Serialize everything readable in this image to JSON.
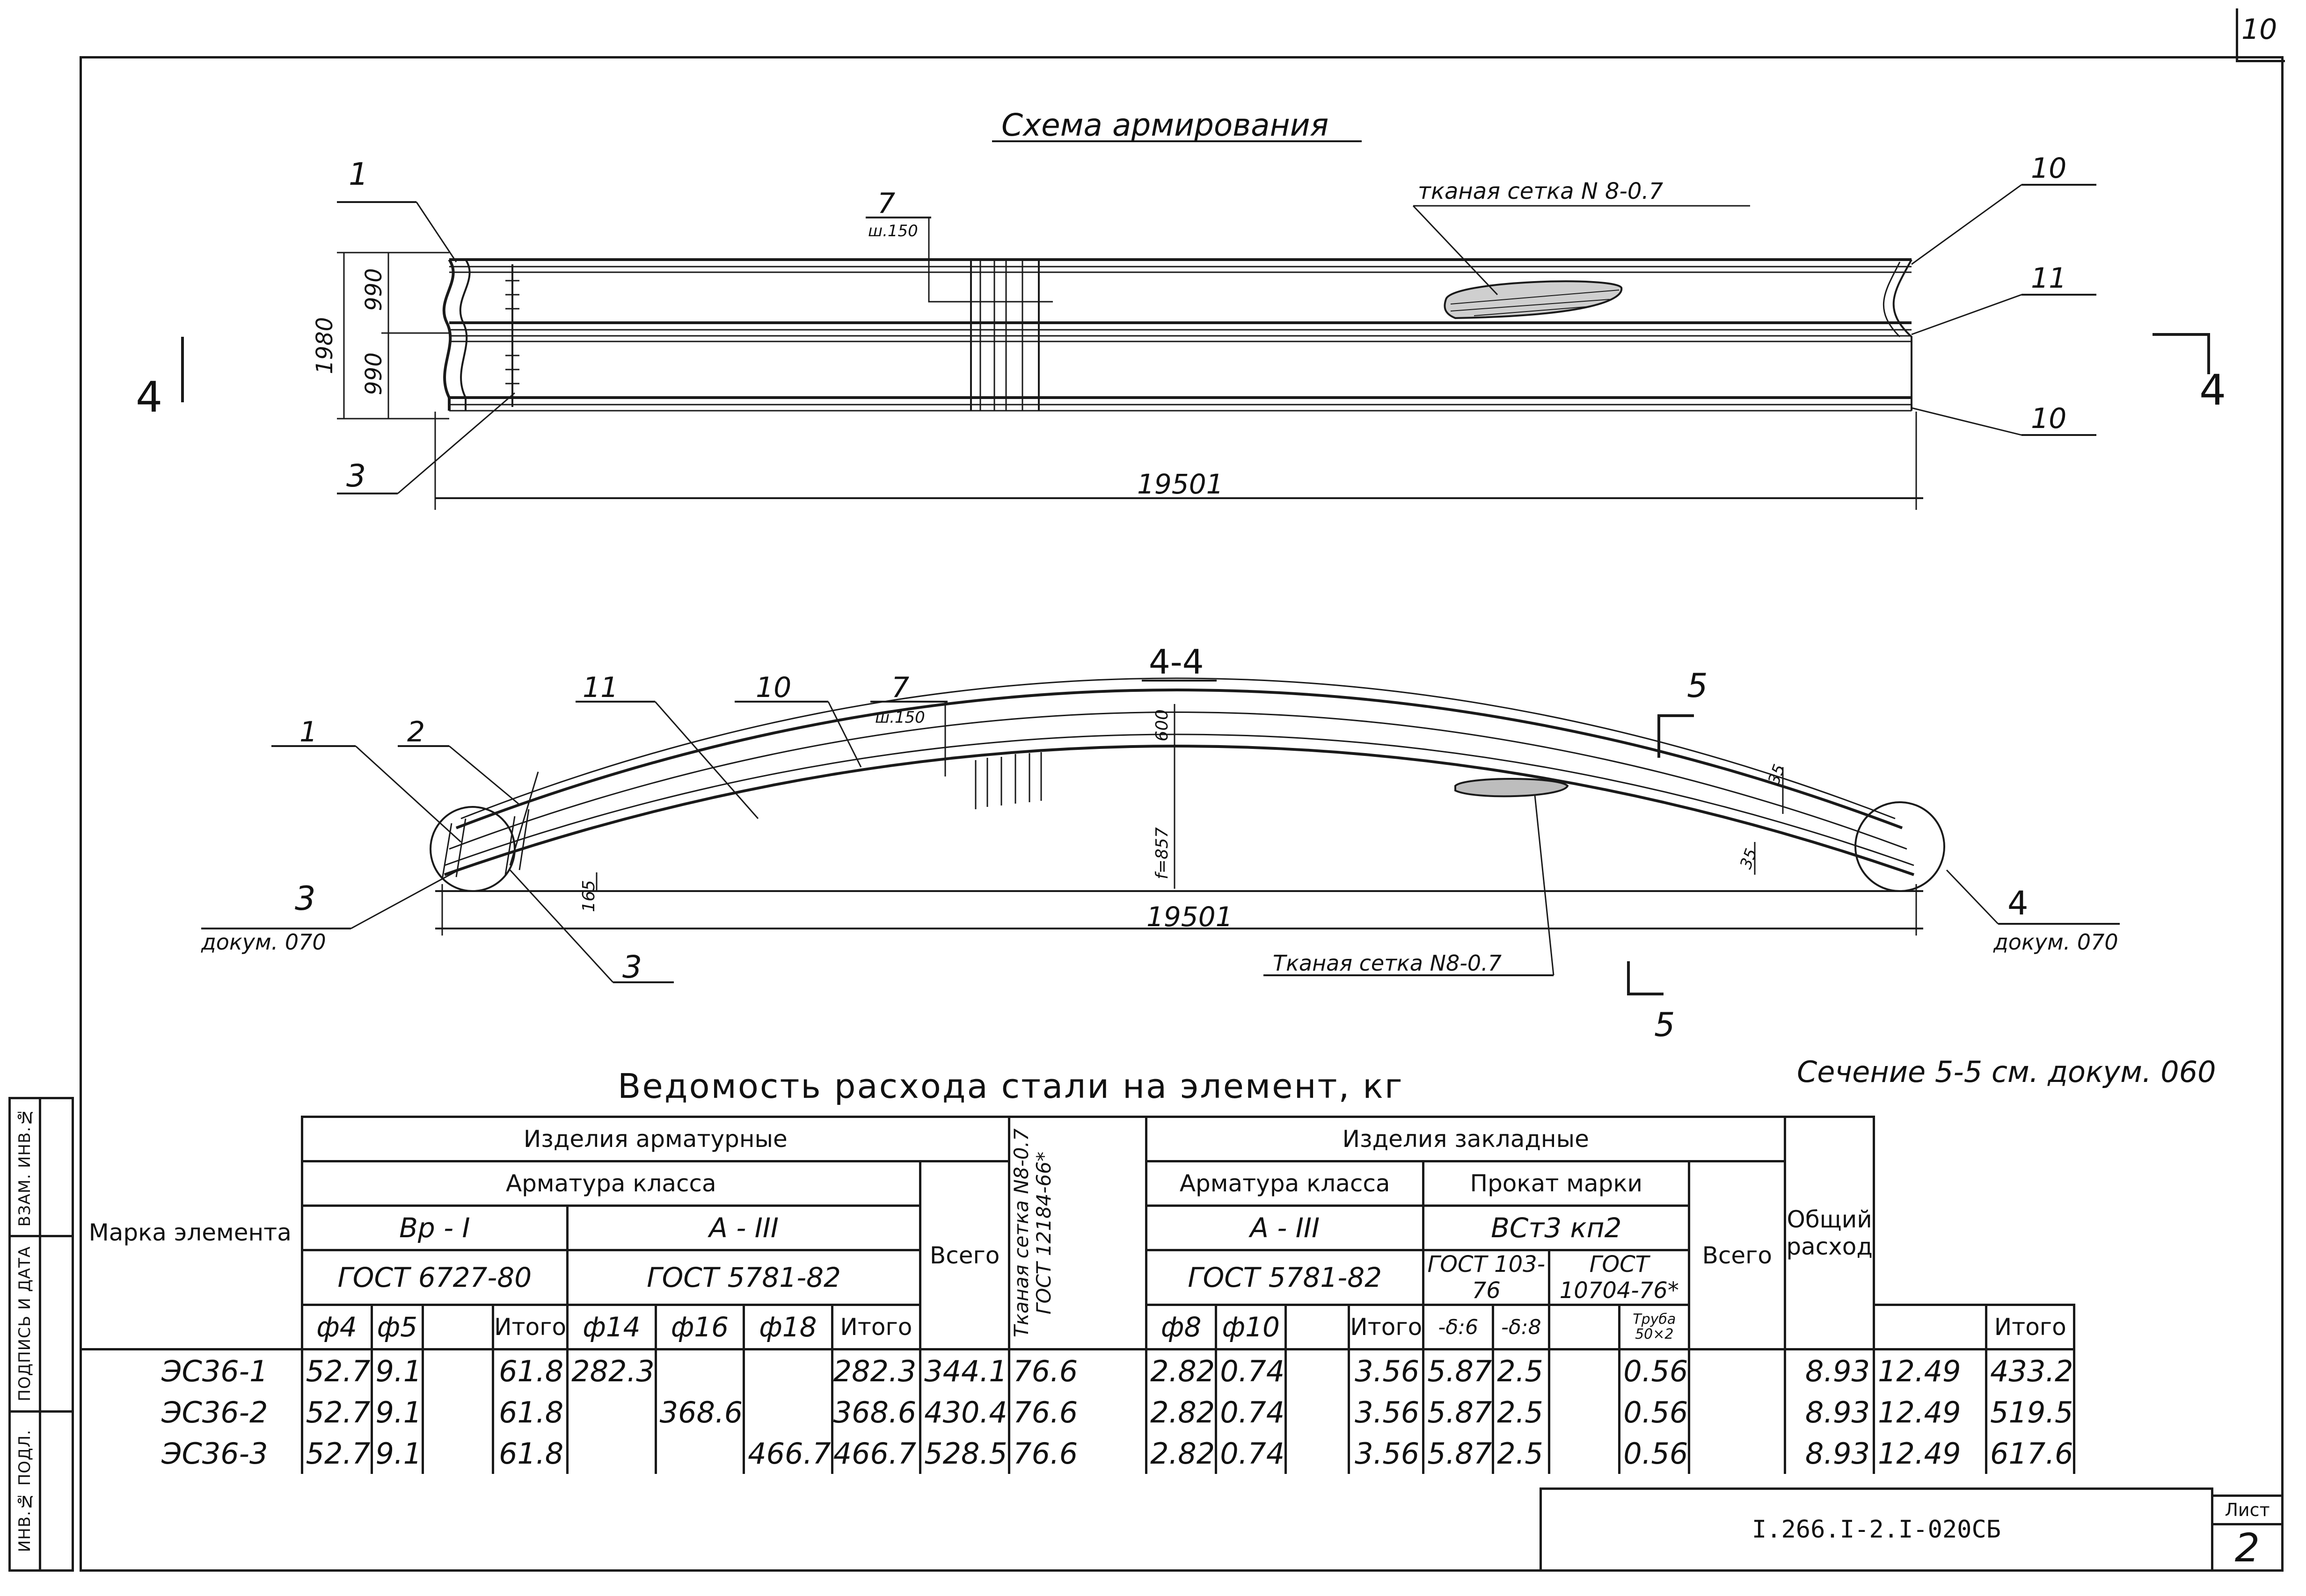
{
  "page_number": "10",
  "plan": {
    "title": "Схема армирования",
    "callouts": {
      "c1": "1",
      "c3": "3",
      "c7": "7",
      "c7_step": "ш.150",
      "c10a": "10",
      "c11": "11",
      "c10b": "10"
    },
    "mesh_label": "ткaная сетка N 8-0.7",
    "dims": {
      "total_width": "1980",
      "half_top": "990",
      "half_bottom": "990",
      "length": "19501"
    },
    "section_marks": {
      "left": "4",
      "right": "4"
    }
  },
  "section": {
    "title": "4-4",
    "callouts": {
      "c1": "1",
      "c2": "2",
      "c11": "11",
      "c10": "10",
      "c7": "7",
      "c7_step": "ш.150",
      "c3": "3"
    },
    "cut_mark_top": "5",
    "cut_mark_bottom": "5",
    "mesh_label": "Ткaная сетка N8-0.7",
    "dims": {
      "height": "600",
      "rise": "f=857",
      "edge": "165",
      "edge_top": "35",
      "edge_bottom": "35",
      "length": "19501"
    },
    "left_ref": {
      "num": "3",
      "doc": "докум. 070"
    },
    "right_ref": {
      "num": "4",
      "doc": "докум. 070"
    }
  },
  "section_note": "Сечение 5-5 см. докум. 060",
  "table": {
    "title": "Ведомость расхода стали на элемент, кг",
    "mark_header": "Марка элемента",
    "rebar_group": "Изделия арматурные",
    "rebar_class": "Арматура класса",
    "cls_vr": "Вр - I",
    "cls_a3": "А - III",
    "gost_vr": "ГОСТ 6727-80",
    "gost_a3": "ГОСТ 5781-82",
    "total": "Всего",
    "mesh_header": "Ткaная сетка N8-0.7 ГОСТ 12184-66*",
    "embed_group": "Изделия закладные",
    "embed_class": "Арматура класса",
    "embed_cls_a3": "А - III",
    "embed_gost_a3": "ГОСТ 5781-82",
    "rolled_group": "Прокат марки",
    "rolled_grade": "ВСт3 кп2",
    "gost_103": "ГОСТ 103-76",
    "gost_10704": "ГОСТ 10704-76*",
    "embed_total": "Всего",
    "grand_total": "Общий расход",
    "sub": {
      "d4": "ф4",
      "d5": "ф5",
      "itogo": "Итого",
      "d14": "ф14",
      "d16": "ф16",
      "d18": "ф18",
      "d8": "ф8",
      "d10": "ф10",
      "t6": "-δ:6",
      "t8": "-δ:8",
      "pipe": "Труба 50×2"
    },
    "rows": [
      {
        "mark": "ЭС36-1",
        "d4": "52.7",
        "d5": "9.1",
        "it1": "61.8",
        "d14": "282.3",
        "d16": "",
        "d18": "",
        "it2": "282.3",
        "all": "344.1",
        "mesh": "76.6",
        "d8": "2.82",
        "d10": "0.74",
        "it3": "3.56",
        "t6": "5.87",
        "t8": "2.5",
        "pipe": "0.56",
        "it4": "8.93",
        "etotal": "12.49",
        "grand": "433.2"
      },
      {
        "mark": "ЭС36-2",
        "d4": "52.7",
        "d5": "9.1",
        "it1": "61.8",
        "d14": "",
        "d16": "368.6",
        "d18": "",
        "it2": "368.6",
        "all": "430.4",
        "mesh": "76.6",
        "d8": "2.82",
        "d10": "0.74",
        "it3": "3.56",
        "t6": "5.87",
        "t8": "2.5",
        "pipe": "0.56",
        "it4": "8.93",
        "etotal": "12.49",
        "grand": "519.5"
      },
      {
        "mark": "ЭС36-3",
        "d4": "52.7",
        "d5": "9.1",
        "it1": "61.8",
        "d14": "",
        "d16": "",
        "d18": "466.7",
        "it2": "466.7",
        "all": "528.5",
        "mesh": "76.6",
        "d8": "2.82",
        "d10": "0.74",
        "it3": "3.56",
        "t6": "5.87",
        "t8": "2.5",
        "pipe": "0.56",
        "it4": "8.93",
        "etotal": "12.49",
        "grand": "617.6"
      }
    ]
  },
  "stamp": {
    "inv_vzam": "ВЗАМ. ИНВ.№",
    "sign_date": "ПОДПИСЬ И ДАТА",
    "inv_podl": "ИНВ.№ ПОДЛ."
  },
  "title_block": {
    "code": "I.266.I-2.I-020СБ",
    "sheet_label": "Лист",
    "sheet_no": "2"
  }
}
